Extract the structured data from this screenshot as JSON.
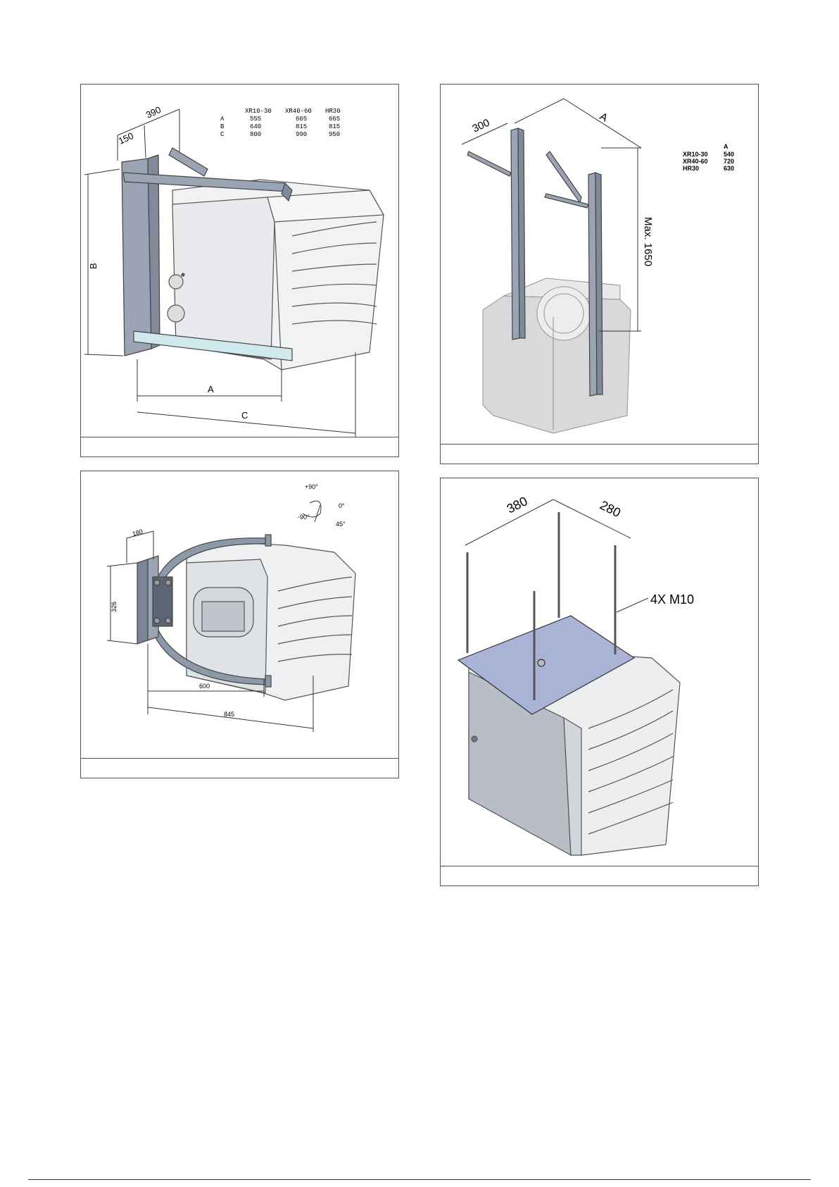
{
  "panel1": {
    "table": {
      "headers": [
        "",
        "XR10-30",
        "XR40-60",
        "HR30"
      ],
      "rows": [
        [
          "A",
          "555",
          "665",
          "665"
        ],
        [
          "B",
          "640",
          "815",
          "815"
        ],
        [
          "C",
          "800",
          "990",
          "950"
        ]
      ]
    },
    "dims": {
      "d390": "390",
      "d150": "150",
      "dA": "A",
      "dB": "B",
      "dC": "C"
    }
  },
  "panel2": {
    "table": {
      "header": "A",
      "rows": [
        [
          "XR10-30",
          "540"
        ],
        [
          "XR40-60",
          "720"
        ],
        [
          "HR30",
          "630"
        ]
      ]
    },
    "dims": {
      "d300": "300",
      "dA": "A",
      "dmax": "Max. 1650"
    }
  },
  "panel3": {
    "angles": {
      "a90p": "+90°",
      "a0": "0°",
      "a90m": "-90°",
      "a45": "45°"
    },
    "dims": {
      "d180": "180",
      "d326": "326",
      "d600": "600",
      "d845": "845"
    }
  },
  "panel4": {
    "dims": {
      "d380": "380",
      "d280": "280",
      "bolts": "4X M10"
    }
  },
  "footer": {
    "mark": ""
  }
}
